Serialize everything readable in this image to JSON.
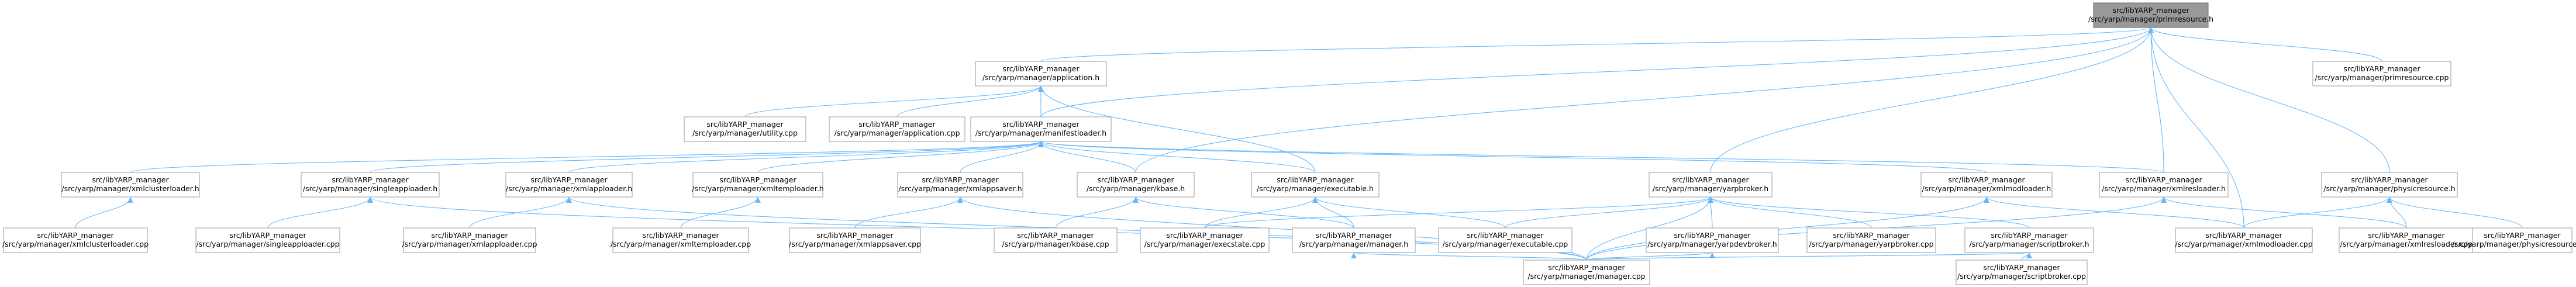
{
  "diagram": {
    "type": "include-dependency-graph",
    "edge_color": "#63b8ff",
    "node_border_color": "#999999",
    "root_fill_color": "#999999",
    "nodes": [
      {
        "id": "root",
        "lines": [
          "src/libYARP_manager",
          "/src/yarp/manager/primresource.h"
        ],
        "root": true
      },
      {
        "id": "application_h",
        "lines": [
          "src/libYARP_manager",
          "/src/yarp/manager/application.h"
        ]
      },
      {
        "id": "primresource_cpp",
        "lines": [
          "src/libYARP_manager",
          "/src/yarp/manager/primresource.cpp"
        ]
      },
      {
        "id": "utility_cpp",
        "lines": [
          "src/libYARP_manager",
          "/src/yarp/manager/utility.cpp"
        ]
      },
      {
        "id": "application_cpp",
        "lines": [
          "src/libYARP_manager",
          "/src/yarp/manager/application.cpp"
        ]
      },
      {
        "id": "manifestloader_h",
        "lines": [
          "src/libYARP_manager",
          "/src/yarp/manager/manifestloader.h"
        ]
      },
      {
        "id": "xmlclusterloader_h",
        "lines": [
          "src/libYARP_manager",
          "/src/yarp/manager/xmlclusterloader.h"
        ]
      },
      {
        "id": "singleapploader_h",
        "lines": [
          "src/libYARP_manager",
          "/src/yarp/manager/singleapploader.h"
        ]
      },
      {
        "id": "xmlapploader_h",
        "lines": [
          "src/libYARP_manager",
          "/src/yarp/manager/xmlapploader.h"
        ]
      },
      {
        "id": "xmltemploader_h",
        "lines": [
          "src/libYARP_manager",
          "/src/yarp/manager/xmltemploader.h"
        ]
      },
      {
        "id": "xmlappsaver_h",
        "lines": [
          "src/libYARP_manager",
          "/src/yarp/manager/xmlappsaver.h"
        ]
      },
      {
        "id": "kbase_h",
        "lines": [
          "src/libYARP_manager",
          "/src/yarp/manager/kbase.h"
        ]
      },
      {
        "id": "executable_h",
        "lines": [
          "src/libYARP_manager",
          "/src/yarp/manager/executable.h"
        ]
      },
      {
        "id": "yarpbroker_h",
        "lines": [
          "src/libYARP_manager",
          "/src/yarp/manager/yarpbroker.h"
        ]
      },
      {
        "id": "xmlmodloader_h",
        "lines": [
          "src/libYARP_manager",
          "/src/yarp/manager/xmlmodloader.h"
        ]
      },
      {
        "id": "xmlresloader_h",
        "lines": [
          "src/libYARP_manager",
          "/src/yarp/manager/xmlresloader.h"
        ]
      },
      {
        "id": "physicresource_h",
        "lines": [
          "src/libYARP_manager",
          "/src/yarp/manager/physicresource.h"
        ]
      },
      {
        "id": "xmlclusterloader_cpp",
        "lines": [
          "src/libYARP_manager",
          "/src/yarp/manager/xmlclusterloader.cpp"
        ]
      },
      {
        "id": "singleapploader_cpp",
        "lines": [
          "src/libYARP_manager",
          "/src/yarp/manager/singleapploader.cpp"
        ]
      },
      {
        "id": "xmlapploader_cpp",
        "lines": [
          "src/libYARP_manager",
          "/src/yarp/manager/xmlapploader.cpp"
        ]
      },
      {
        "id": "xmltemploader_cpp",
        "lines": [
          "src/libYARP_manager",
          "/src/yarp/manager/xmltemploader.cpp"
        ]
      },
      {
        "id": "xmlappsaver_cpp",
        "lines": [
          "src/libYARP_manager",
          "/src/yarp/manager/xmlappsaver.cpp"
        ]
      },
      {
        "id": "kbase_cpp",
        "lines": [
          "src/libYARP_manager",
          "/src/yarp/manager/kbase.cpp"
        ]
      },
      {
        "id": "execstate_cpp",
        "lines": [
          "src/libYARP_manager",
          "/src/yarp/manager/execstate.cpp"
        ]
      },
      {
        "id": "manager_h",
        "lines": [
          "src/libYARP_manager",
          "/src/yarp/manager/manager.h"
        ]
      },
      {
        "id": "executable_cpp",
        "lines": [
          "src/libYARP_manager",
          "/src/yarp/manager/executable.cpp"
        ]
      },
      {
        "id": "yarpdevbroker_h",
        "lines": [
          "src/libYARP_manager",
          "/src/yarp/manager/yarpdevbroker.h"
        ]
      },
      {
        "id": "yarpbroker_cpp",
        "lines": [
          "src/libYARP_manager",
          "/src/yarp/manager/yarpbroker.cpp"
        ]
      },
      {
        "id": "scriptbroker_h",
        "lines": [
          "src/libYARP_manager",
          "/src/yarp/manager/scriptbroker.h"
        ]
      },
      {
        "id": "xmlmodloader_cpp",
        "lines": [
          "src/libYARP_manager",
          "/src/yarp/manager/xmlmodloader.cpp"
        ]
      },
      {
        "id": "xmlresloader_cpp",
        "lines": [
          "src/libYARP_manager",
          "/src/yarp/manager/xmlresloader.cpp"
        ]
      },
      {
        "id": "physicresource_cpp",
        "lines": [
          "src/libYARP_manager",
          "/src/yarp/manager/physicresource.cpp"
        ]
      },
      {
        "id": "manager_cpp",
        "lines": [
          "src/libYARP_manager",
          "/src/yarp/manager/manager.cpp"
        ]
      },
      {
        "id": "scriptbroker_cpp",
        "lines": [
          "src/libYARP_manager",
          "/src/yarp/manager/scriptbroker.cpp"
        ]
      }
    ],
    "edges": [
      [
        "root",
        "application_h"
      ],
      [
        "root",
        "primresource_cpp"
      ],
      [
        "root",
        "manifestloader_h"
      ],
      [
        "root",
        "kbase_h"
      ],
      [
        "root",
        "yarpbroker_h"
      ],
      [
        "root",
        "xmlresloader_h"
      ],
      [
        "root",
        "physicresource_h"
      ],
      [
        "root",
        "xmlmodloader_cpp"
      ],
      [
        "application_h",
        "utility_cpp"
      ],
      [
        "application_h",
        "application_cpp"
      ],
      [
        "application_h",
        "manifestloader_h"
      ],
      [
        "application_h",
        "executable_h"
      ],
      [
        "manifestloader_h",
        "xmlclusterloader_h"
      ],
      [
        "manifestloader_h",
        "singleapploader_h"
      ],
      [
        "manifestloader_h",
        "xmlapploader_h"
      ],
      [
        "manifestloader_h",
        "xmltemploader_h"
      ],
      [
        "manifestloader_h",
        "xmlappsaver_h"
      ],
      [
        "manifestloader_h",
        "kbase_h"
      ],
      [
        "manifestloader_h",
        "xmlmodloader_h"
      ],
      [
        "manifestloader_h",
        "xmlresloader_h"
      ],
      [
        "manifestloader_h",
        "executable_h"
      ],
      [
        "xmlclusterloader_h",
        "xmlclusterloader_cpp"
      ],
      [
        "singleapploader_h",
        "singleapploader_cpp"
      ],
      [
        "singleapploader_h",
        "manager_cpp"
      ],
      [
        "xmlapploader_h",
        "xmlapploader_cpp"
      ],
      [
        "xmlapploader_h",
        "manager_cpp"
      ],
      [
        "xmltemploader_h",
        "xmltemploader_cpp"
      ],
      [
        "xmlappsaver_h",
        "xmlappsaver_cpp"
      ],
      [
        "xmlappsaver_h",
        "manager_cpp"
      ],
      [
        "kbase_h",
        "kbase_cpp"
      ],
      [
        "kbase_h",
        "manager_h"
      ],
      [
        "executable_h",
        "execstate_cpp"
      ],
      [
        "executable_h",
        "manager_h"
      ],
      [
        "executable_h",
        "executable_cpp"
      ],
      [
        "yarpbroker_h",
        "yarpdevbroker_h"
      ],
      [
        "yarpbroker_h",
        "yarpbroker_cpp"
      ],
      [
        "yarpbroker_h",
        "scriptbroker_h"
      ],
      [
        "yarpbroker_h",
        "manager_cpp"
      ],
      [
        "yarpbroker_h",
        "executable_cpp"
      ],
      [
        "yarpbroker_h",
        "execstate_cpp"
      ],
      [
        "xmlmodloader_h",
        "xmlmodloader_cpp"
      ],
      [
        "xmlmodloader_h",
        "manager_cpp"
      ],
      [
        "xmlresloader_h",
        "xmlresloader_cpp"
      ],
      [
        "xmlresloader_h",
        "manager_cpp"
      ],
      [
        "physicresource_h",
        "physicresource_cpp"
      ],
      [
        "physicresource_h",
        "xmlresloader_cpp"
      ],
      [
        "physicresource_h",
        "xmlmodloader_cpp"
      ],
      [
        "manager_h",
        "manager_cpp"
      ],
      [
        "yarpdevbroker_h",
        "manager_cpp"
      ],
      [
        "scriptbroker_h",
        "scriptbroker_cpp"
      ],
      [
        "scriptbroker_h",
        "manager_cpp"
      ]
    ]
  }
}
